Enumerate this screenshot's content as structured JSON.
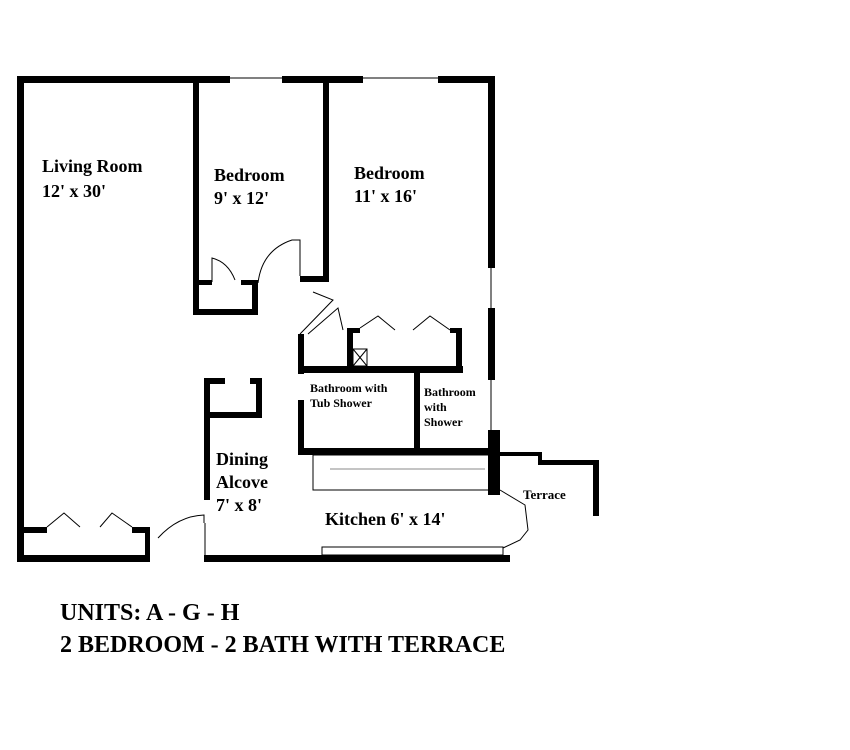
{
  "rooms": {
    "living_room": {
      "name": "Living Room",
      "size": "12' x 30'"
    },
    "bedroom_small": {
      "name": "Bedroom",
      "size": "9' x 12'"
    },
    "bedroom_large": {
      "name": "Bedroom",
      "size": "11' x 16'"
    },
    "bath_tub": {
      "line1": "Bathroom with",
      "line2": "Tub Shower"
    },
    "bath_shower": {
      "line1": "Bathroom",
      "line2": "with",
      "line3": "Shower"
    },
    "dining": {
      "line1": "Dining",
      "line2": "Alcove",
      "size": "7' x 8'"
    },
    "kitchen": {
      "label": "Kitchen 6' x 14'"
    },
    "terrace": {
      "name": "Terrace"
    }
  },
  "caption": {
    "units": "UNITS:  A - G - H",
    "description": "2 BEDROOM - 2 BATH WITH TERRACE"
  }
}
